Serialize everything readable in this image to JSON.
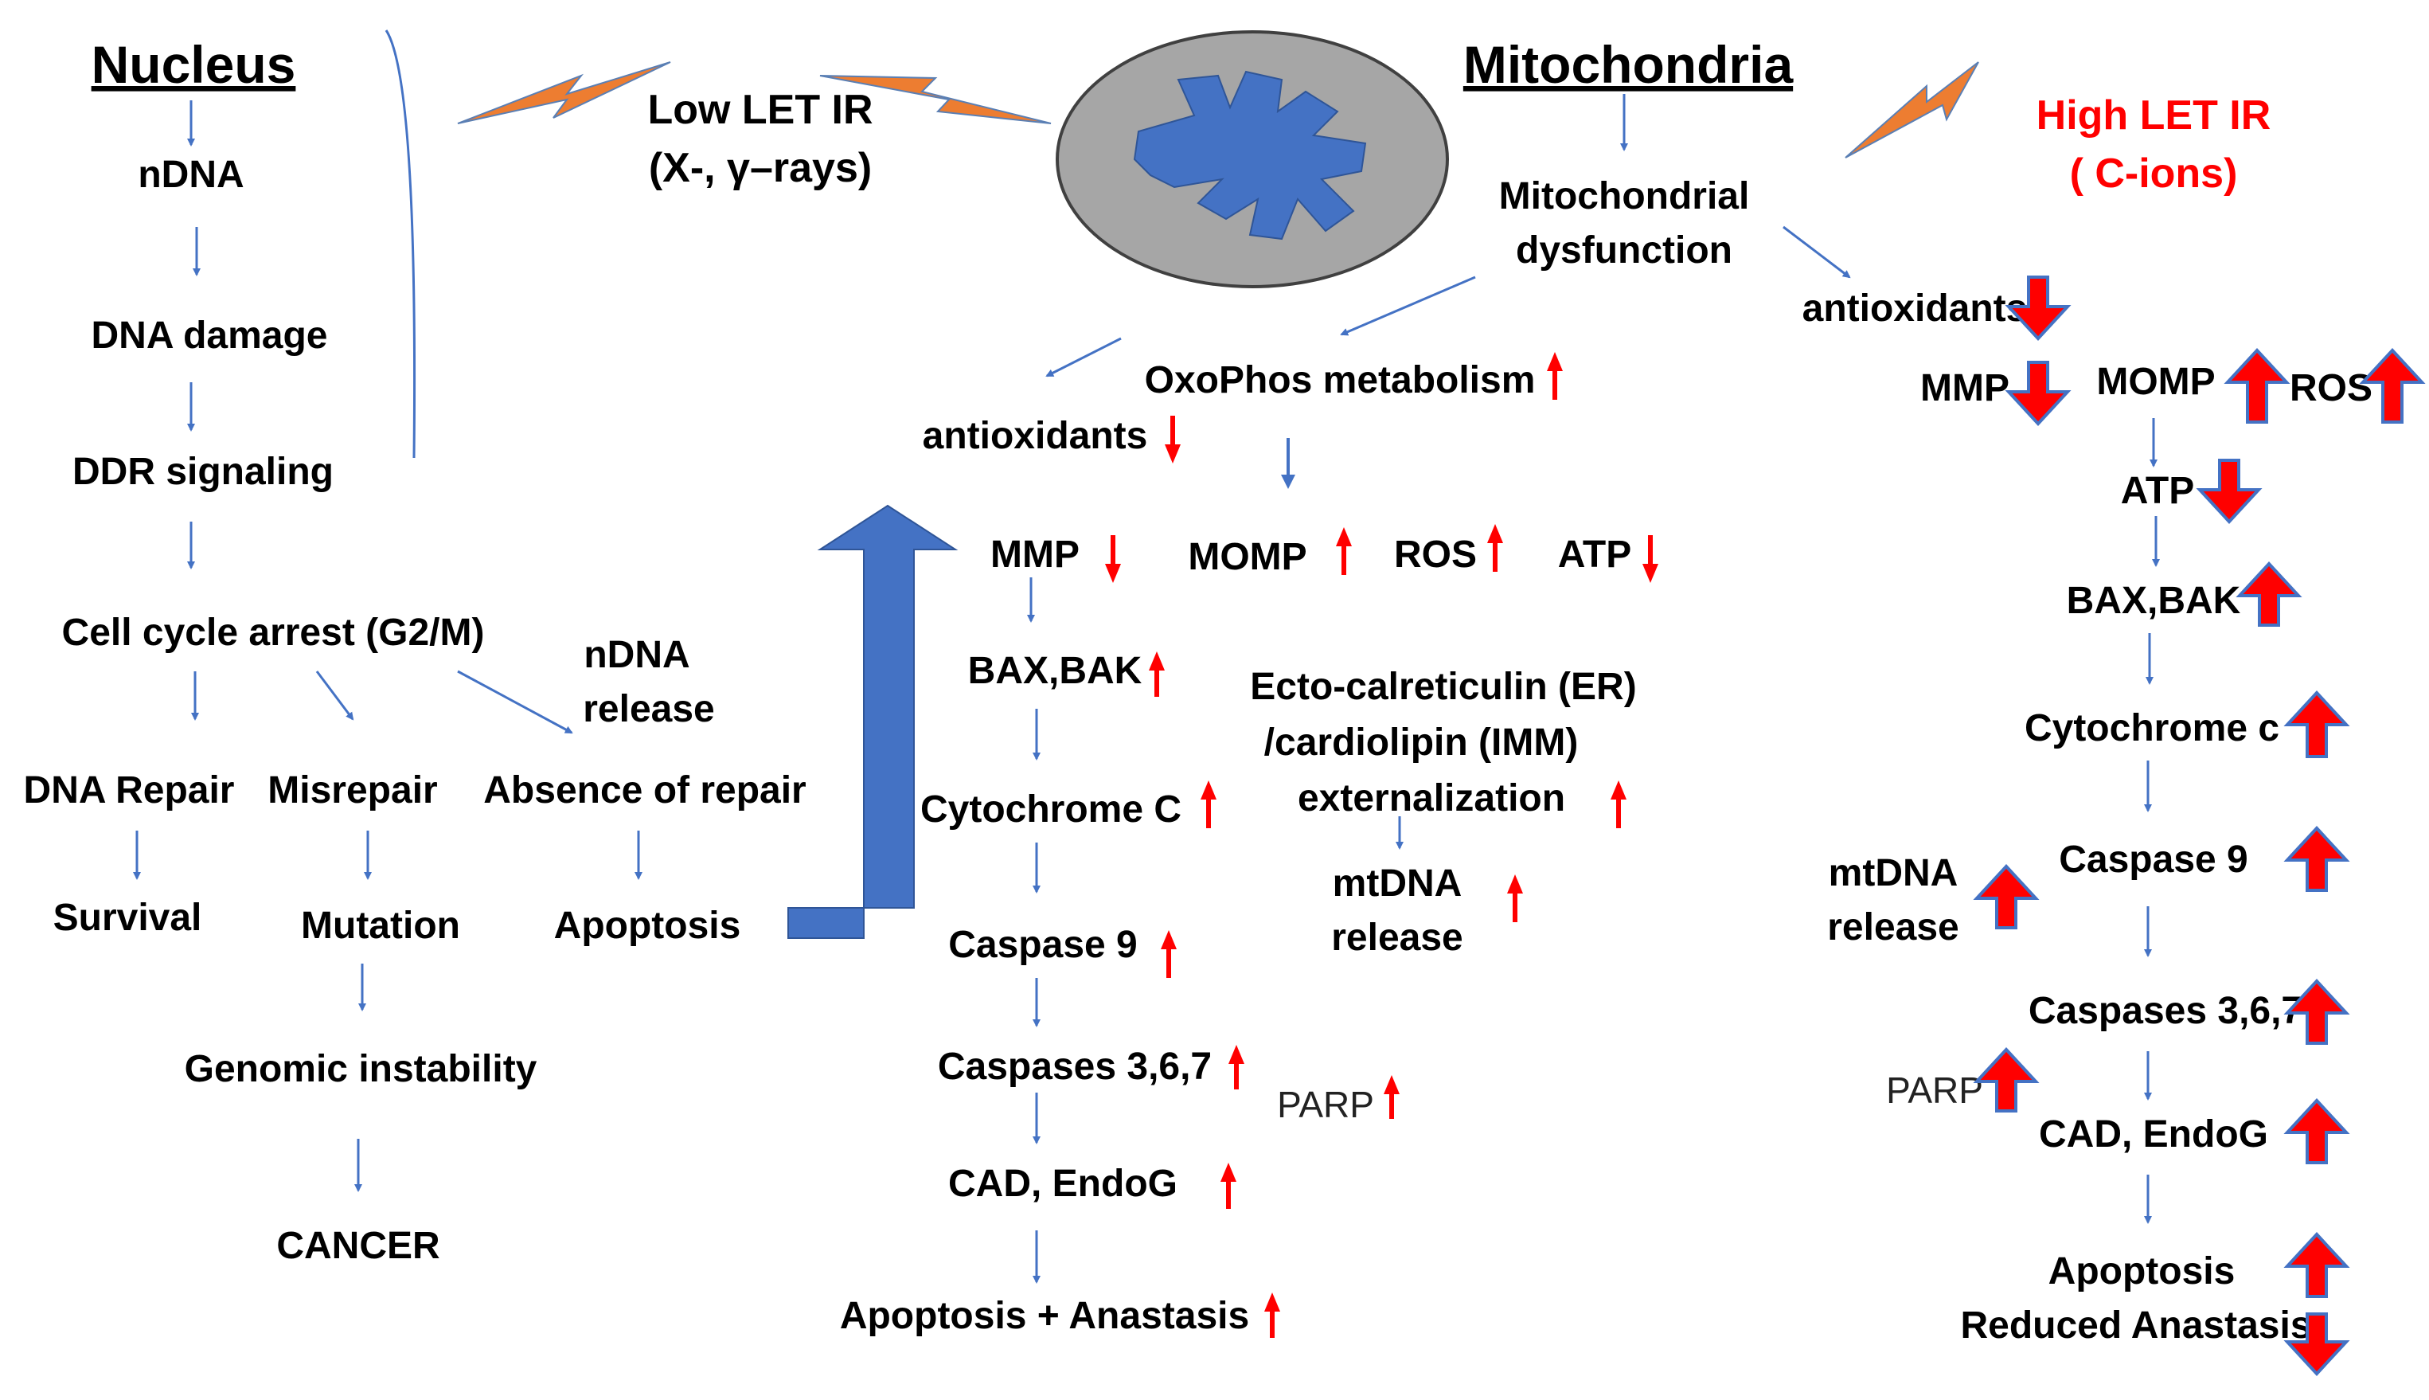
{
  "colors": {
    "arrow_blue": "#4472c4",
    "up_arrow": "#ff0000",
    "bolt_orange": "#ed7d31",
    "mito_outer": "#a6a6a6",
    "mito_inner": "#4472c4",
    "high_let": "#ff0000"
  },
  "icons": {
    "bolt": "lightning-bolt-icon",
    "mitochondrion": "mitochondrion-icon",
    "up": "red-up-arrow-icon",
    "down": "red-down-arrow-icon"
  },
  "headers": {
    "nucleus": "Nucleus",
    "mitochondria": "Mitochondria"
  },
  "radiation": {
    "low_let_line1": "Low LET IR",
    "low_let_line2": "(X-, γ–rays)",
    "high_let_line1": "High LET IR",
    "high_let_line2": "( C-ions)"
  },
  "nucleus": {
    "ndna": "nDNA",
    "dna_damage": "DNA damage",
    "ddr": "DDR signaling",
    "cell_cycle": "Cell cycle arrest (G2/M)",
    "ndna_release_1": "nDNA",
    "ndna_release_2": "release",
    "dna_repair": "DNA Repair",
    "misrepair": "Misrepair",
    "absence": "Absence of repair",
    "survival": "Survival",
    "mutation": "Mutation",
    "apoptosis": "Apoptosis",
    "genomic": "Genomic instability",
    "cancer": "CANCER"
  },
  "low_let": {
    "dysfunction_1": "Mitochondrial",
    "dysfunction_2": "dysfunction",
    "oxophos": "OxoPhos metabolism",
    "antioxidants": "antioxidants",
    "mmp": "MMP",
    "momp": "MOMP",
    "ros": "ROS",
    "atp": "ATP",
    "baxbak": "BAX,BAK",
    "ecto_1": "Ecto-calreticulin (ER)",
    "ecto_2": "/cardiolipin (IMM)",
    "ecto_3": "externalization",
    "cytochrome": "Cytochrome C",
    "mtdna_1": "mtDNA",
    "mtdna_2": "release",
    "caspase9": "Caspase 9",
    "caspases": "Caspases 3,6,7",
    "parp": "PARP",
    "cad": "CAD, EndoG",
    "apoptosis": "Apoptosis + Anastasis"
  },
  "high_let": {
    "antioxidants": "antioxidants",
    "mmp": "MMP",
    "momp": "MOMP",
    "ros": "ROS",
    "atp": "ATP",
    "baxbak": "BAX,BAK",
    "cytochrome": "Cytochrome c",
    "mtdna_1": "mtDNA",
    "mtdna_2": "release",
    "caspase9": "Caspase 9",
    "caspases": "Caspases 3,6,7",
    "parp": "PARP",
    "cad": "CAD, EndoG",
    "apoptosis_1": "Apoptosis",
    "apoptosis_2": "Reduced Anastasis"
  }
}
